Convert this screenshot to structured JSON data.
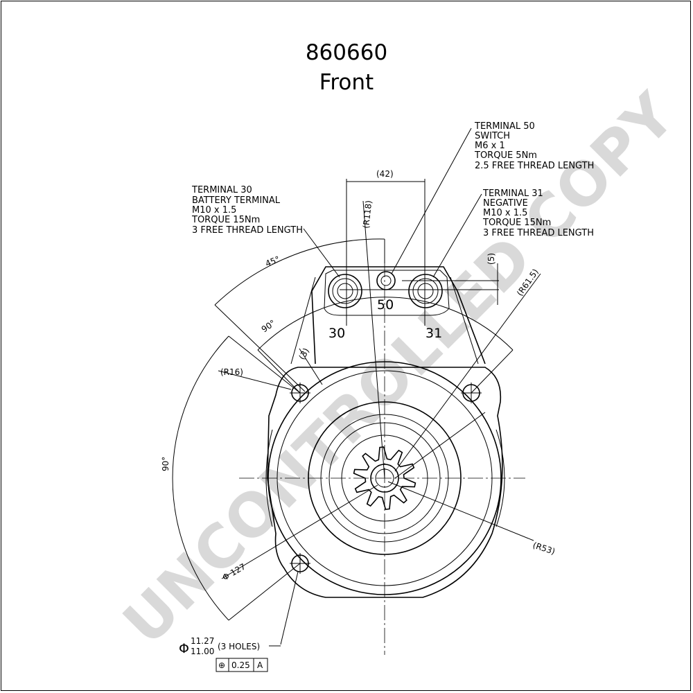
{
  "title": "860660",
  "subtitle": "Front",
  "watermark": "UNCONTROLLED COPY",
  "terminal_50": [
    "TERMINAL 50",
    "SWITCH",
    "M6 x 1",
    "TORQUE 5Nm",
    "2.5 FREE THREAD LENGTH"
  ],
  "terminal_30": [
    "TERMINAL 30",
    "BATTERY TERMINAL",
    "M10 x 1.5",
    "TORQUE 15Nm",
    "3 FREE THREAD LENGTH"
  ],
  "terminal_31": [
    "TERMINAL 31",
    "NEGATIVE",
    "M10 x 1.5",
    "TORQUE 15Nm",
    "3 FREE THREAD LENGTH"
  ],
  "terminal_numbers": {
    "t30": "30",
    "t50": "50",
    "t31": "31"
  },
  "dimensions": {
    "d42": "(42)",
    "r118": "(R118)",
    "d5": "(5)",
    "r61_5": "(R61.5)",
    "a45": "45°",
    "a90_top": "90°",
    "d3": "(3)",
    "r16": "(R16)",
    "a90_left": "90°",
    "r53": "(R53)",
    "dia127": "Φ 127",
    "hole_dia_symbol": "Φ",
    "hole_upper": "11.27",
    "hole_lower": "11.00",
    "holes": "(3 HOLES)"
  },
  "tolerance": {
    "symbol": "⊕",
    "value": "0.25",
    "datum": "A"
  }
}
